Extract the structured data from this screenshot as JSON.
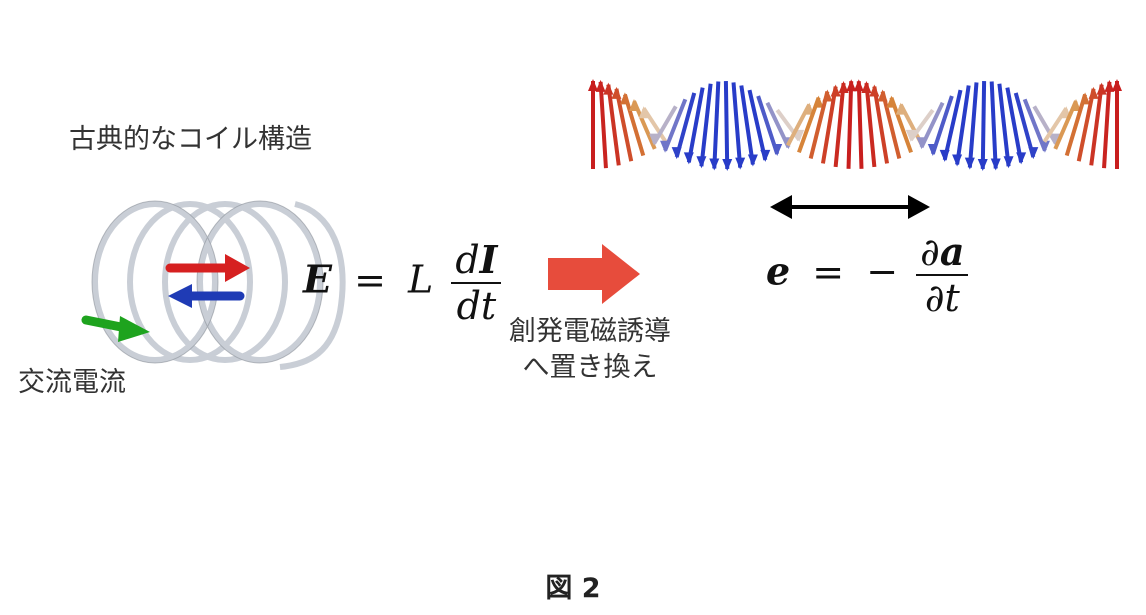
{
  "classical_coil_label": "古典的なコイル構造",
  "ac_current_label": "交流電流",
  "replace_label_line1": "創発電磁誘導",
  "replace_label_line2": "へ置き換え",
  "figure_caption": "図 2",
  "equation_left": {
    "lhs": "E",
    "eq": "=",
    "coef": "L",
    "num_d": "d",
    "num_var": "I",
    "den": "dt"
  },
  "equation_right": {
    "lhs": "e",
    "eq": "=",
    "sign": "−",
    "num_partial": "∂",
    "num_var": "a",
    "den": "∂t"
  },
  "colors": {
    "arrow_red": "#e74c3c",
    "current_red": "#d62020",
    "current_blue": "#1f3bb5",
    "current_green": "#1ea31e",
    "coil": "#c9ced6"
  }
}
